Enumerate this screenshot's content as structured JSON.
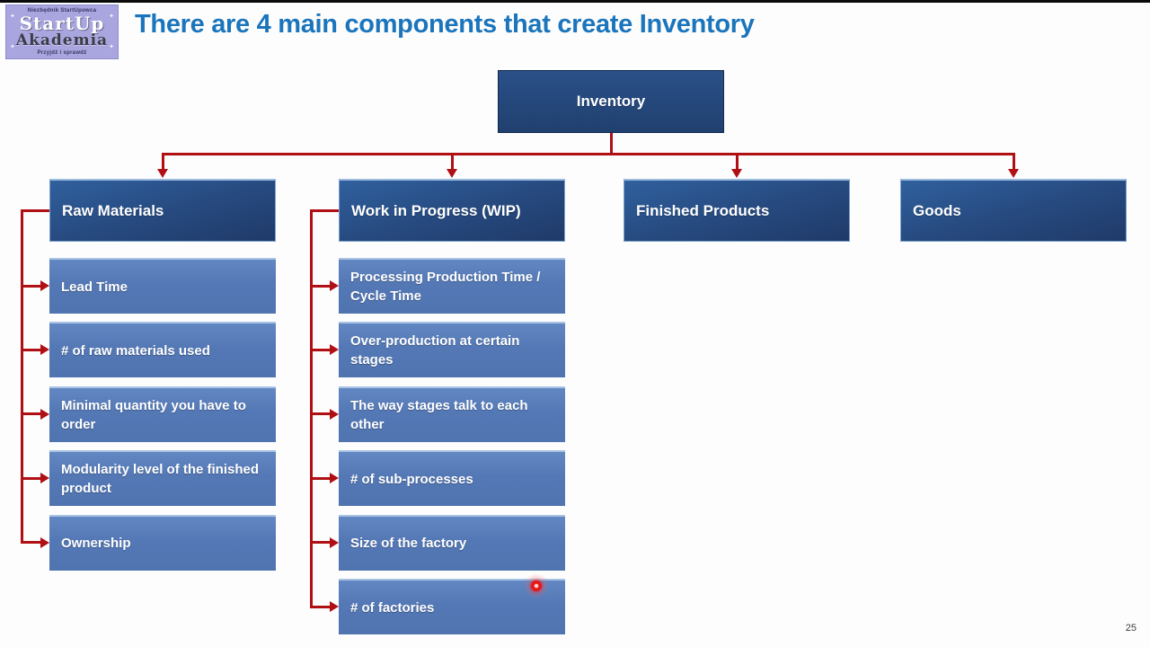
{
  "logo": {
    "top_line": "Niezbędnik StartUpowca",
    "name_line1": "StartUp",
    "name_line2": "Akademia",
    "bottom_line": "Przyjdź i sprawdź"
  },
  "header": {
    "title": "There are 4 main components that create Inventory"
  },
  "diagram": {
    "root": {
      "label": "Inventory"
    },
    "columns": [
      {
        "header": "Raw Materials",
        "items": [
          "Lead Time",
          "# of raw materials used",
          "Minimal quantity you have to order",
          "Modularity level of the finished product",
          "Ownership"
        ]
      },
      {
        "header": "Work in Progress (WIP)",
        "items": [
          "Processing Production Time / Cycle Time",
          "Over-production at certain stages",
          "The way stages talk to each other",
          "# of sub-processes",
          "Size of the factory",
          "# of factories"
        ]
      },
      {
        "header": "Finished Products",
        "items": []
      },
      {
        "header": "Goods",
        "items": []
      }
    ],
    "colors": {
      "title_blue": "#1B75BC",
      "root_header_bg": "#24477B",
      "item_bg": "#5578B4",
      "connector_red": "#B00F14",
      "logo_bg": "#A8A5DF"
    }
  },
  "pointer": {
    "type": "laser-dot"
  },
  "page": {
    "number": "25"
  }
}
